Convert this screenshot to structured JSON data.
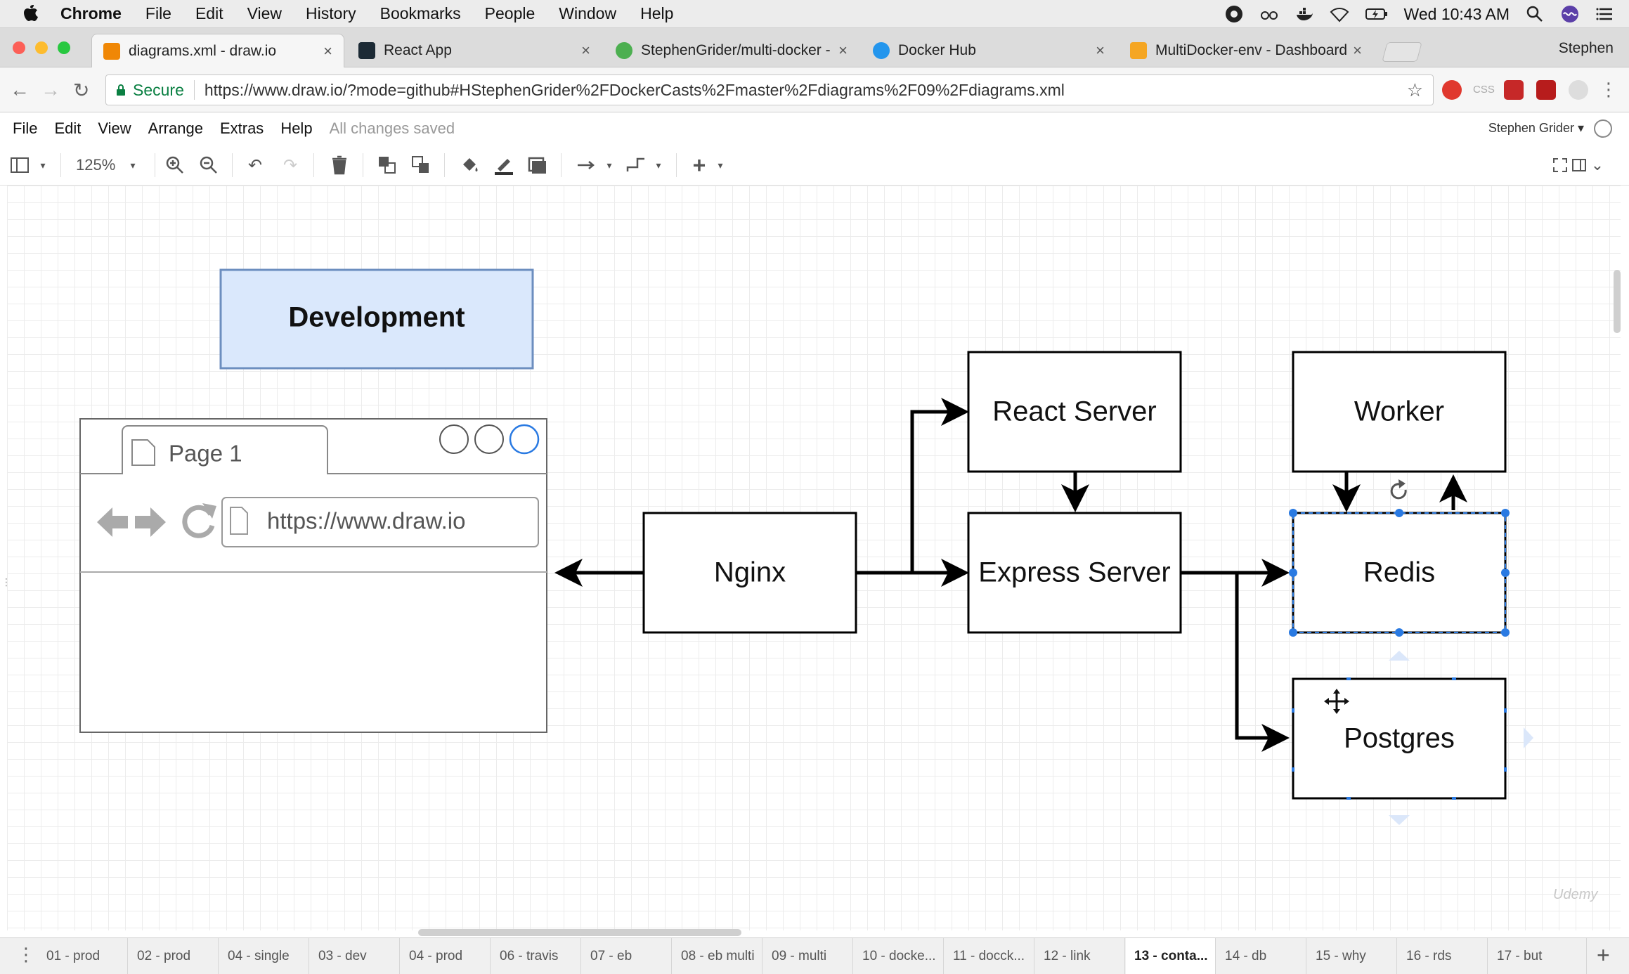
{
  "menubar": {
    "app": "Chrome",
    "items": [
      "File",
      "Edit",
      "View",
      "History",
      "Bookmarks",
      "People",
      "Window",
      "Help"
    ],
    "clock": "Wed 10:43 AM"
  },
  "browser": {
    "tabs": [
      {
        "title": "diagrams.xml - draw.io",
        "active": true,
        "icon": "drawio-icon",
        "color": "#f08705"
      },
      {
        "title": "React App",
        "active": false,
        "icon": "react-icon",
        "color": "#1c2a35"
      },
      {
        "title": "StephenGrider/multi-docker -",
        "active": false,
        "icon": "github-icon",
        "color": "#4caf50"
      },
      {
        "title": "Docker Hub",
        "active": false,
        "icon": "docker-icon",
        "color": "#2496ed"
      },
      {
        "title": "MultiDocker-env - Dashboard",
        "active": false,
        "icon": "aws-icon",
        "color": "#f5a623"
      }
    ],
    "profile": "Stephen",
    "secure_label": "Secure",
    "url": "https://www.draw.io/?mode=github#HStephenGrider%2FDockerCasts%2Fmaster%2Fdiagrams%2F09%2Fdiagrams.xml"
  },
  "drawio": {
    "menu": [
      "File",
      "Edit",
      "View",
      "Arrange",
      "Extras",
      "Help"
    ],
    "status": "All changes saved",
    "user": "Stephen Grider",
    "zoom": "125%"
  },
  "diagram": {
    "title_box": "Development",
    "browser_mock": {
      "tab_label": "Page 1",
      "url": "https://www.draw.io"
    },
    "nodes": {
      "nginx": "Nginx",
      "react": "React Server",
      "express": "Express Server",
      "worker": "Worker",
      "redis": "Redis",
      "postgres": "Postgres"
    },
    "selected_node": "Redis",
    "colors": {
      "title_fill": "#dae8fc",
      "title_stroke": "#6c8ebf",
      "selection": "#2a7ae2"
    }
  },
  "page_tabs": [
    "01 - prod",
    "02 - prod",
    "04 - single",
    "03 - dev",
    "04 - prod",
    "06 - travis",
    "07 - eb",
    "08 - eb multi",
    "09 - multi",
    "10 - docke...",
    "11 - docck...",
    "12 - link",
    "13 - conta...",
    "14 - db",
    "15 - why",
    "16 - rds",
    "17 - but"
  ],
  "active_page_tab": "13 - conta...",
  "watermark": "Udemy"
}
